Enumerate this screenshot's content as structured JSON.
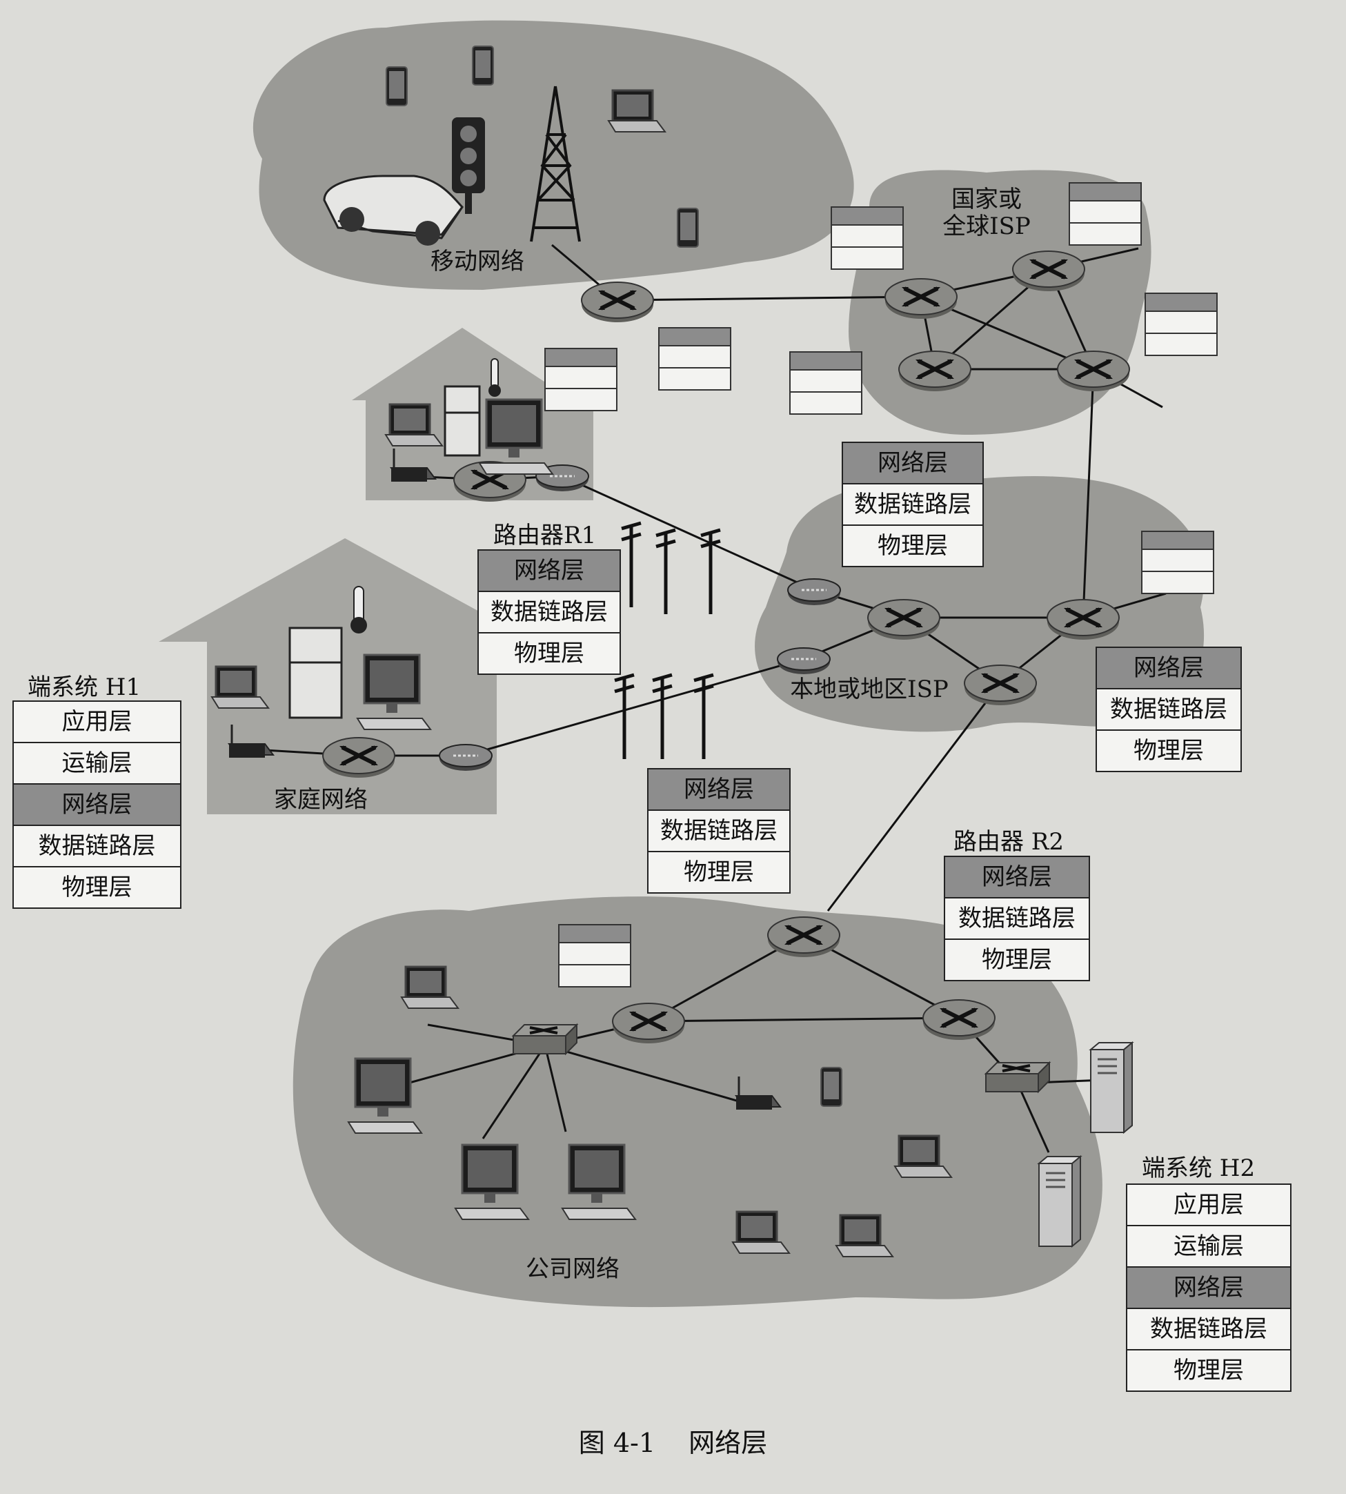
{
  "regions": {
    "mobile": "移动网络",
    "national_isp": "国家或\n全球ISP",
    "local_isp": "本地或地区ISP",
    "home": "家庭网络",
    "company": "公司网络"
  },
  "router_r1": {
    "title": "路由器R1",
    "layers": [
      "网络层",
      "数据链路层",
      "物理层"
    ]
  },
  "router_r2": {
    "title": "路由器 R2",
    "layers": [
      "网络层",
      "数据链路层",
      "物理层"
    ]
  },
  "local_stack_top": {
    "layers": [
      "网络层",
      "数据链路层",
      "物理层"
    ]
  },
  "local_stack_right": {
    "layers": [
      "网络层",
      "数据链路层",
      "物理层"
    ]
  },
  "middle_stack": {
    "layers": [
      "网络层",
      "数据链路层",
      "物理层"
    ]
  },
  "host_h1": {
    "title": "端系统 H1",
    "layers": [
      "应用层",
      "运输层",
      "网络层",
      "数据链路层",
      "物理层"
    ]
  },
  "host_h2": {
    "title": "端系统 H2",
    "layers": [
      "应用层",
      "运输层",
      "网络层",
      "数据链路层",
      "物理层"
    ]
  },
  "caption": {
    "number": "图 4-1",
    "title": "网络层"
  },
  "colors": {
    "cloud": "#9a9a96",
    "house": "#a6a6a2",
    "highlight_layer": "#8d8d8d",
    "router": "#7e7e7a"
  }
}
